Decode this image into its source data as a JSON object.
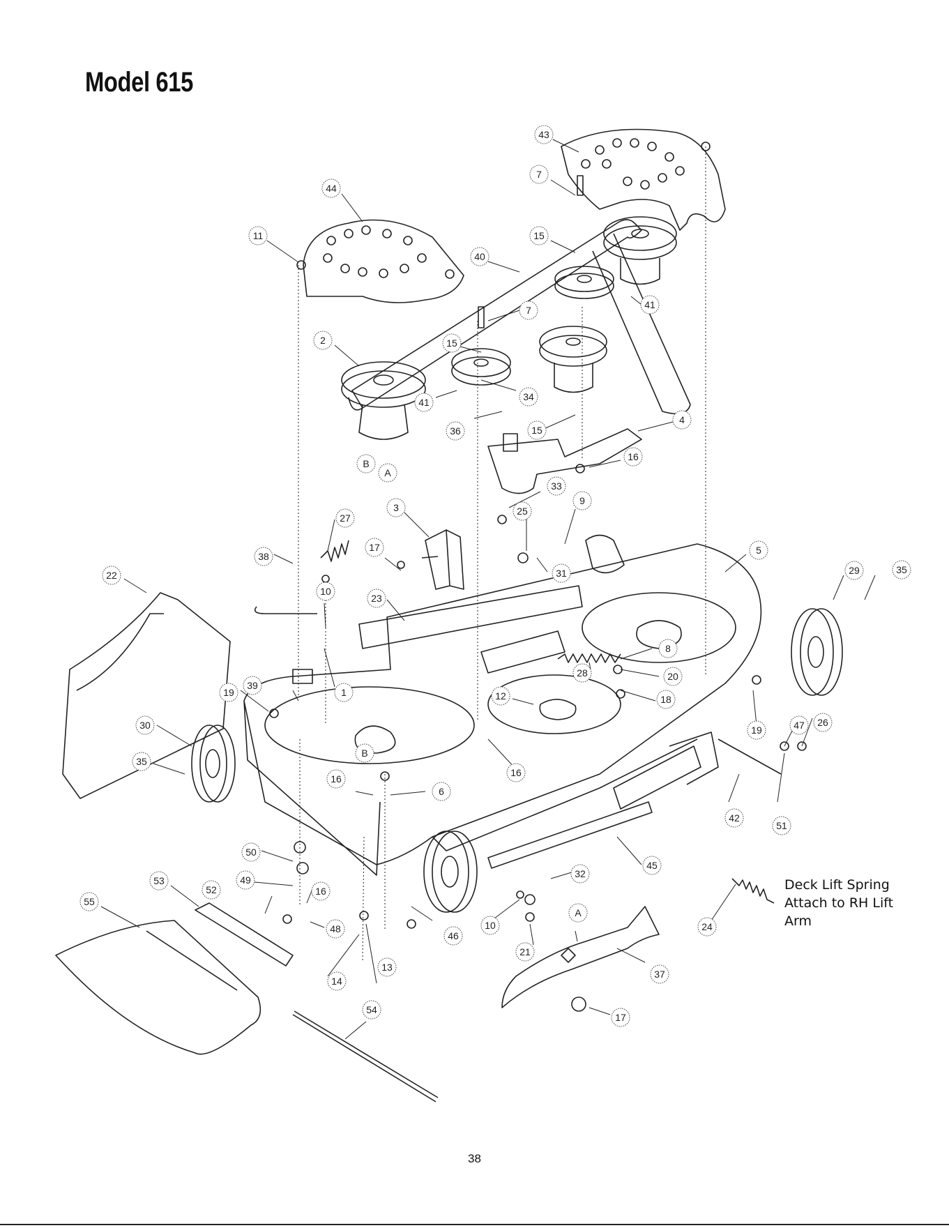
{
  "header": {
    "title": "Model 615"
  },
  "page_number": "38",
  "deck_lift_note": [
    "Deck Lift Spring",
    "Attach to RH Lift",
    "Arm"
  ],
  "callouts": [
    {
      "label": "43"
    },
    {
      "label": "44"
    },
    {
      "label": "11"
    },
    {
      "label": "7"
    },
    {
      "label": "15"
    },
    {
      "label": "40"
    },
    {
      "label": "41"
    },
    {
      "label": "7"
    },
    {
      "label": "2"
    },
    {
      "label": "15"
    },
    {
      "label": "41"
    },
    {
      "label": "34"
    },
    {
      "label": "36"
    },
    {
      "label": "15"
    },
    {
      "label": "4"
    },
    {
      "label": "B"
    },
    {
      "label": "A"
    },
    {
      "label": "16"
    },
    {
      "label": "3"
    },
    {
      "label": "33"
    },
    {
      "label": "9"
    },
    {
      "label": "25"
    },
    {
      "label": "27"
    },
    {
      "label": "38"
    },
    {
      "label": "17"
    },
    {
      "label": "5"
    },
    {
      "label": "29"
    },
    {
      "label": "35"
    },
    {
      "label": "22"
    },
    {
      "label": "10"
    },
    {
      "label": "23"
    },
    {
      "label": "31"
    },
    {
      "label": "8"
    },
    {
      "label": "28"
    },
    {
      "label": "20"
    },
    {
      "label": "1"
    },
    {
      "label": "39"
    },
    {
      "label": "19"
    },
    {
      "label": "12"
    },
    {
      "label": "18"
    },
    {
      "label": "30"
    },
    {
      "label": "19"
    },
    {
      "label": "47"
    },
    {
      "label": "26"
    },
    {
      "label": "35"
    },
    {
      "label": "B"
    },
    {
      "label": "16"
    },
    {
      "label": "16"
    },
    {
      "label": "6"
    },
    {
      "label": "42"
    },
    {
      "label": "51"
    },
    {
      "label": "50"
    },
    {
      "label": "45"
    },
    {
      "label": "53"
    },
    {
      "label": "49"
    },
    {
      "label": "52"
    },
    {
      "label": "16"
    },
    {
      "label": "32"
    },
    {
      "label": "55"
    },
    {
      "label": "48"
    },
    {
      "label": "10"
    },
    {
      "label": "46"
    },
    {
      "label": "A"
    },
    {
      "label": "24"
    },
    {
      "label": "21"
    },
    {
      "label": "37"
    },
    {
      "label": "14"
    },
    {
      "label": "13"
    },
    {
      "label": "17"
    },
    {
      "label": "54"
    }
  ]
}
